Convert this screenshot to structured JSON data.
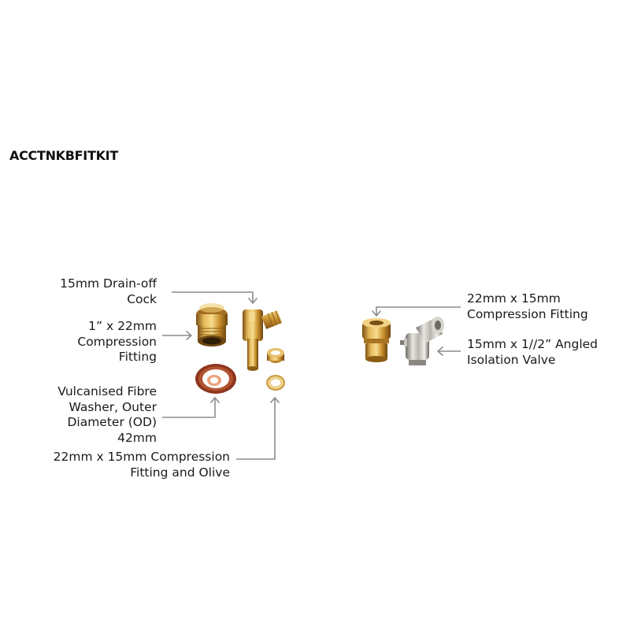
{
  "kit_code": "ACCTNKBFITKIT",
  "labels": {
    "drain_off_cock": [
      "15mm Drain-off",
      "Cock"
    ],
    "compression_fitting_1in": [
      "1” x 22mm",
      "Compression",
      "Fitting"
    ],
    "fibre_washer": [
      "Vulcanised Fibre",
      "Washer, Outer",
      "Diameter (OD)",
      "42mm"
    ],
    "fitting_and_olive": [
      "22mm x 15mm Compression",
      "Fitting and Olive"
    ],
    "compression_fitting_22x15": [
      "22mm x 15mm",
      "Compression Fitting"
    ],
    "isolation_valve": [
      "15mm x 1//2” Angled",
      "Isolation Valve"
    ]
  },
  "colors": {
    "brass": "#d9a441",
    "brass_dark": "#9a6a1c",
    "chrome": "#c9c6c0",
    "washer_fibre": "#8a3a22",
    "leader_line": "#8c8c8c"
  }
}
